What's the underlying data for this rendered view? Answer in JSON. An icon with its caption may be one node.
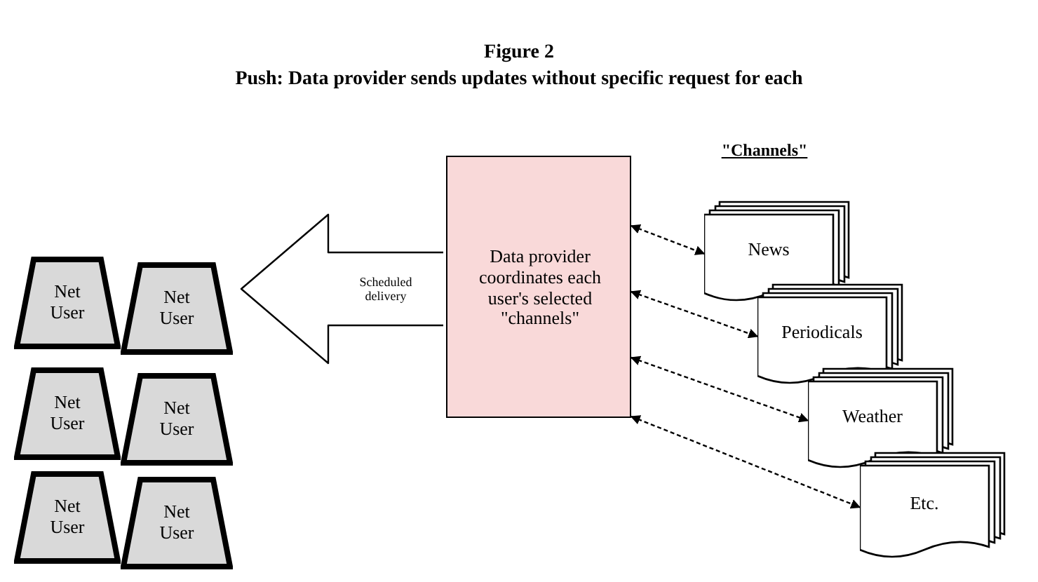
{
  "diagram": {
    "title": "Figure 2",
    "nodes": [
      {
        "text": [
          "Net User"
        ]
      },
      {
        "text": [
          "Net User"
        ]
      },
      {
        "text": [
          "Net User"
        ]
      },
      {
        "text": [
          "Net User"
        ]
      },
      {
        "text": [
          "Net User"
        ]
      },
      {
        "text": [
          "Net User"
        ]
      },
      {
        "text": [
          "Data provider coordinates each user's selected \"channels\""
        ]
      },
      {
        "text": [
          "News"
        ]
      },
      {
        "text": [
          "Periodicals"
        ]
      },
      {
        "text": [
          "Weather"
        ]
      },
      {
        "text": [
          "Etc."
        ]
      }
    ],
    "edges": [
      {
        "from": 6,
        "to": 1,
        "arrow": "to",
        "label": "Scheduled delivery",
        "style": "thick"
      },
      {
        "from": 6,
        "to": 7,
        "arrow": "both",
        "style": "dashed"
      },
      {
        "from": 6,
        "to": 8,
        "arrow": "both",
        "style": "dashed"
      },
      {
        "from": 6,
        "to": 9,
        "arrow": "both",
        "style": "dashed"
      },
      {
        "from": 6,
        "to": 10,
        "arrow": "both",
        "style": "dashed"
      }
    ],
    "labels": [
      "Push: Data provider sends updates without specific request for each",
      "\"Channels\""
    ]
  }
}
